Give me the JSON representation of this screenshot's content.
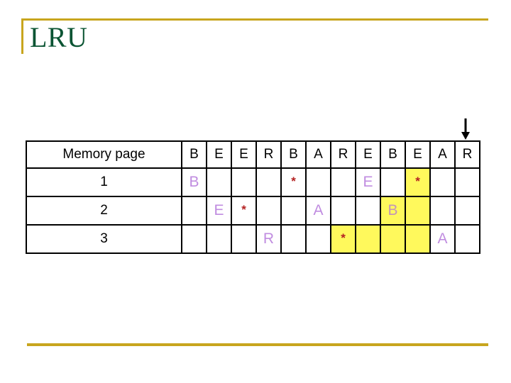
{
  "slide": {
    "title": "LRU",
    "accent_gold": "#C8A51E",
    "title_color": "#0B5433",
    "letter_color": "#C08CE0",
    "star_color": "#B42222",
    "highlight_color": "#FFF95C",
    "arrow_icon": "down-arrow-icon",
    "arrow_points_to_column_index": 10
  },
  "table": {
    "label_header": "Memory page",
    "reference_string": [
      "B",
      "E",
      "E",
      "R",
      "B",
      "A",
      "R",
      "E",
      "B",
      "E",
      "A",
      "R"
    ],
    "rows": [
      {
        "label": "1",
        "cells": [
          {
            "text": "B",
            "type": "letter",
            "highlight": false
          },
          {
            "text": "",
            "type": "empty",
            "highlight": false
          },
          {
            "text": "",
            "type": "empty",
            "highlight": false
          },
          {
            "text": "",
            "type": "empty",
            "highlight": false
          },
          {
            "text": "*",
            "type": "star",
            "highlight": false
          },
          {
            "text": "",
            "type": "empty",
            "highlight": false
          },
          {
            "text": "",
            "type": "empty",
            "highlight": false
          },
          {
            "text": "E",
            "type": "letter",
            "highlight": false
          },
          {
            "text": "",
            "type": "empty",
            "highlight": false
          },
          {
            "text": "*",
            "type": "star",
            "highlight": true
          },
          {
            "text": "",
            "type": "empty",
            "highlight": false
          },
          {
            "text": "",
            "type": "empty",
            "highlight": false
          }
        ]
      },
      {
        "label": "2",
        "cells": [
          {
            "text": "",
            "type": "empty",
            "highlight": false
          },
          {
            "text": "E",
            "type": "letter",
            "highlight": false
          },
          {
            "text": "*",
            "type": "star",
            "highlight": false
          },
          {
            "text": "",
            "type": "empty",
            "highlight": false
          },
          {
            "text": "",
            "type": "empty",
            "highlight": false
          },
          {
            "text": "A",
            "type": "letter",
            "highlight": false
          },
          {
            "text": "",
            "type": "empty",
            "highlight": false
          },
          {
            "text": "",
            "type": "empty",
            "highlight": false
          },
          {
            "text": "B",
            "type": "letter",
            "highlight": true
          },
          {
            "text": "",
            "type": "empty",
            "highlight": true
          },
          {
            "text": "",
            "type": "empty",
            "highlight": false
          },
          {
            "text": "",
            "type": "empty",
            "highlight": false
          }
        ]
      },
      {
        "label": "3",
        "cells": [
          {
            "text": "",
            "type": "empty",
            "highlight": false
          },
          {
            "text": "",
            "type": "empty",
            "highlight": false
          },
          {
            "text": "",
            "type": "empty",
            "highlight": false
          },
          {
            "text": "R",
            "type": "letter",
            "highlight": false
          },
          {
            "text": "",
            "type": "empty",
            "highlight": false
          },
          {
            "text": "",
            "type": "empty",
            "highlight": false
          },
          {
            "text": "*",
            "type": "star",
            "highlight": true
          },
          {
            "text": "",
            "type": "empty",
            "highlight": true
          },
          {
            "text": "",
            "type": "empty",
            "highlight": true
          },
          {
            "text": "",
            "type": "empty",
            "highlight": true
          },
          {
            "text": "A",
            "type": "letter",
            "highlight": false
          },
          {
            "text": "",
            "type": "empty",
            "highlight": false
          }
        ]
      }
    ]
  }
}
